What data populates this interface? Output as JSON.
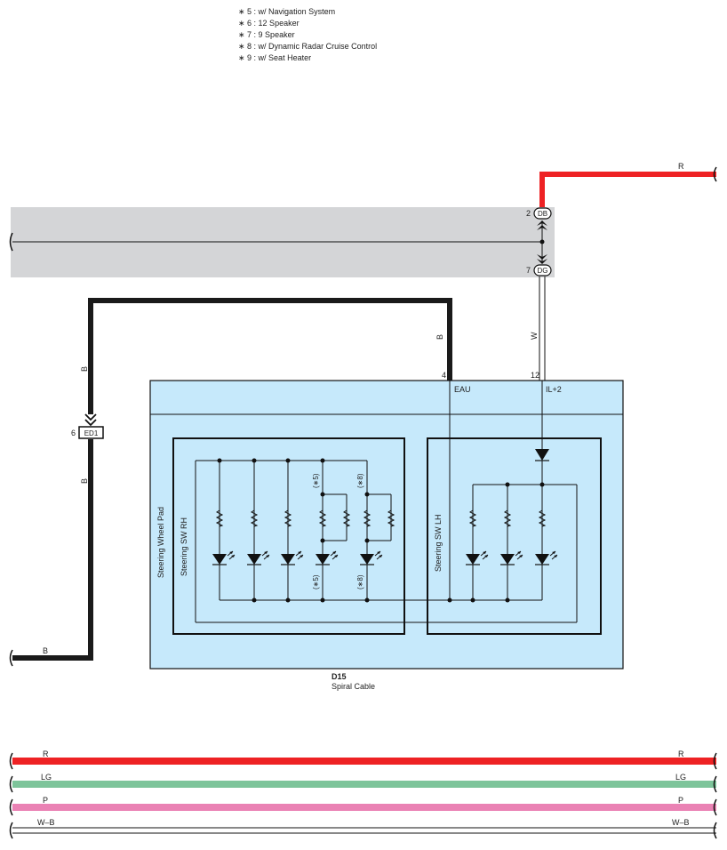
{
  "notes": [
    "∗ 5 : w/ Navigation System",
    "∗ 6 : 12 Speaker",
    "∗ 7 : 9 Speaker",
    "∗ 8 : w/ Dynamic Radar Cruise Control",
    "∗ 9 : w/ Seat Heater"
  ],
  "wires": {
    "top_red": "R",
    "vertical_w": "W",
    "left_b_upper": "B",
    "left_b_lower": "B",
    "left_b_bottom": "B",
    "mid_b": "B"
  },
  "connectors": {
    "db": {
      "name": "DB",
      "pin": "2"
    },
    "dg": {
      "name": "DG",
      "pin": "7"
    },
    "ed1": {
      "name": "ED1",
      "pin": "6"
    }
  },
  "component": {
    "id": "D15",
    "name": "Spiral Cable",
    "pin_eau_num": "4",
    "pin_eau_name": "EAU",
    "pin_il2_num": "12",
    "pin_il2_name": "IL+2",
    "pad_label": "Steering Wheel Pad",
    "rh_label": "Steering SW RH",
    "lh_label": "Steering SW LH",
    "note5_top": "(∗5)",
    "note8_top": "(∗8)",
    "note5_bottom": "(∗5)",
    "note8_bottom": "(∗8)"
  },
  "bottom_wires": [
    {
      "left": "R",
      "right": "R",
      "color": "#ee2224"
    },
    {
      "left": "LG",
      "right": "LG",
      "color": "#7dc49a"
    },
    {
      "left": "P",
      "right": "P",
      "color": "#ea82b4"
    },
    {
      "left": "W–B",
      "right": "W–B",
      "color": "#ffffff"
    }
  ],
  "colors": {
    "red": "#ee2224",
    "black": "#1a1a1a",
    "gray_band": "#d4d5d7",
    "component_fill": "#c6e9fb"
  }
}
